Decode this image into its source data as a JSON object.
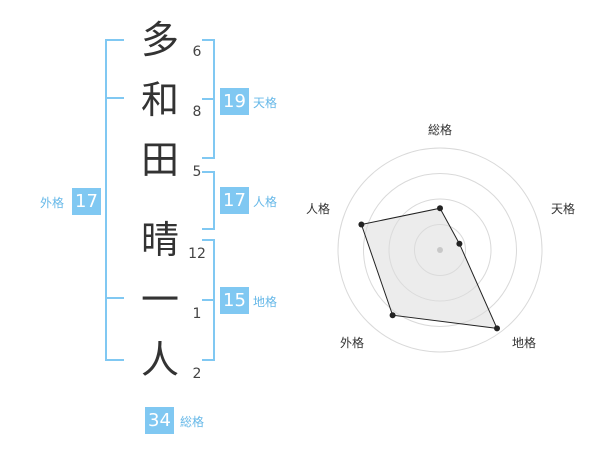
{
  "name": {
    "chars": [
      {
        "char": "多",
        "strokes": "6"
      },
      {
        "char": "和",
        "strokes": "8"
      },
      {
        "char": "田",
        "strokes": "5"
      },
      {
        "char": "晴",
        "strokes": "12"
      },
      {
        "char": "一",
        "strokes": "1"
      },
      {
        "char": "人",
        "strokes": "2"
      }
    ]
  },
  "kakusu": {
    "tenkaku": {
      "value": "19",
      "label": "天格"
    },
    "jinkaku": {
      "value": "17",
      "label": "人格"
    },
    "chikaku": {
      "value": "15",
      "label": "地格"
    },
    "gaikaku": {
      "value": "17",
      "label": "外格"
    },
    "soukaku": {
      "value": "34",
      "label": "総格"
    }
  },
  "colors": {
    "bracket": "#80c8f2",
    "badge": "#80c8f2",
    "label": "#66b8e8"
  },
  "chart_data": {
    "type": "radar",
    "axes": [
      "総格",
      "天格",
      "地格",
      "外格",
      "人格"
    ],
    "values": [
      0.41,
      0.2,
      0.95,
      0.79,
      0.81
    ],
    "range": [
      0,
      1
    ]
  }
}
